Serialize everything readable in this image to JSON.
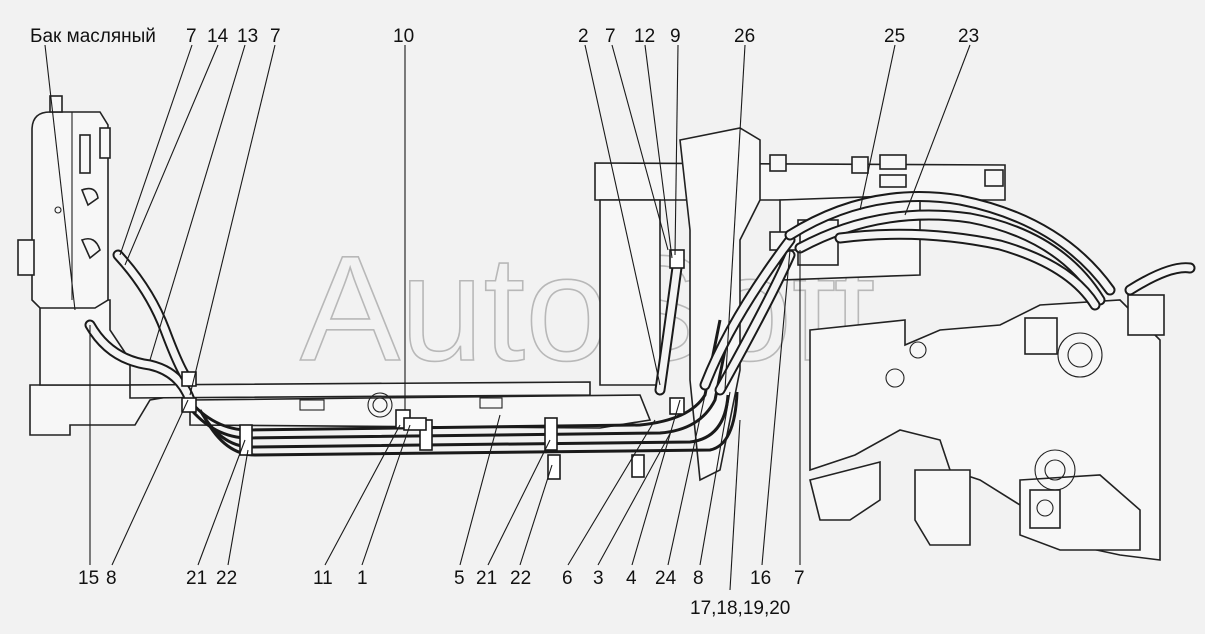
{
  "tank_label": "Бак масляный",
  "watermark": "AutoSoft",
  "callouts_top": [
    {
      "id": "t7a",
      "text": "7"
    },
    {
      "id": "t14",
      "text": "14"
    },
    {
      "id": "t13",
      "text": "13"
    },
    {
      "id": "t7b",
      "text": "7"
    },
    {
      "id": "t10",
      "text": "10"
    },
    {
      "id": "t2",
      "text": "2"
    },
    {
      "id": "t7c",
      "text": "7"
    },
    {
      "id": "t12",
      "text": "12"
    },
    {
      "id": "t9",
      "text": "9"
    },
    {
      "id": "t26",
      "text": "26"
    },
    {
      "id": "t25",
      "text": "25"
    },
    {
      "id": "t23",
      "text": "23"
    }
  ],
  "callouts_bottom": [
    {
      "id": "b15",
      "text": "15"
    },
    {
      "id": "b8a",
      "text": "8"
    },
    {
      "id": "b21a",
      "text": "21"
    },
    {
      "id": "b22a",
      "text": "22"
    },
    {
      "id": "b11",
      "text": "11"
    },
    {
      "id": "b1",
      "text": "1"
    },
    {
      "id": "b5",
      "text": "5"
    },
    {
      "id": "b21b",
      "text": "21"
    },
    {
      "id": "b22b",
      "text": "22"
    },
    {
      "id": "b6",
      "text": "6"
    },
    {
      "id": "b3",
      "text": "3"
    },
    {
      "id": "b4",
      "text": "4"
    },
    {
      "id": "b24",
      "text": "24"
    },
    {
      "id": "b8b",
      "text": "8"
    },
    {
      "id": "b16",
      "text": "16"
    },
    {
      "id": "b7",
      "text": "7"
    },
    {
      "id": "b17",
      "text": "17,18,19,20"
    }
  ]
}
